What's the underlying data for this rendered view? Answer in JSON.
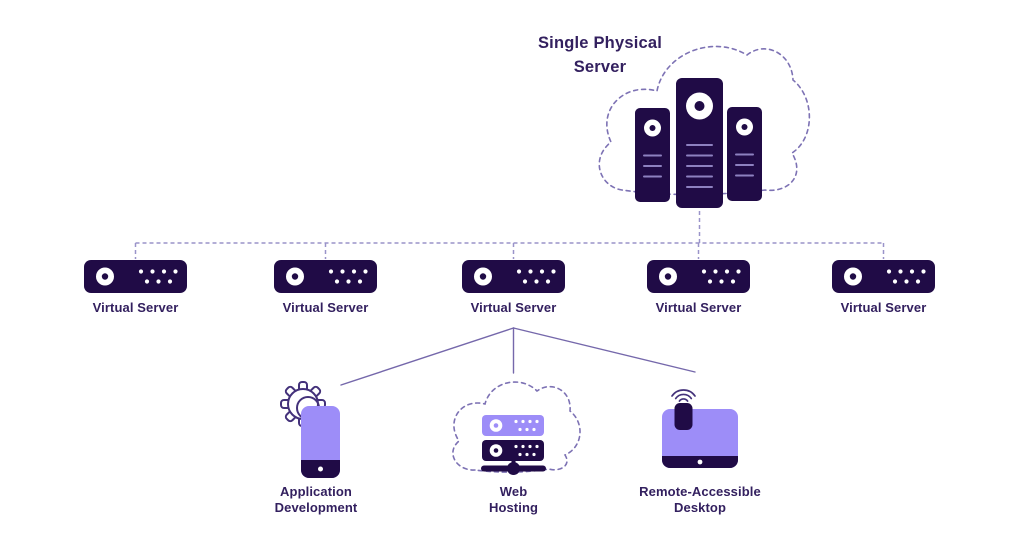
{
  "theme": {
    "background": "#ffffff",
    "dark_navy": "#200b46",
    "light_purple": "#9d8df8",
    "text_purple": "#33205f",
    "connector_dashed": "#9a94c9",
    "connector_solid": "#7568ab",
    "cloud_outline": "#7d72b4",
    "tower_line": "#8d81c0",
    "gear_stroke": "#43317a"
  },
  "diagram": {
    "title": "Single Physical Server",
    "physical_server": {
      "label": "Single Physical Server",
      "icon": "server-towers-in-cloud-icon"
    },
    "virtual_servers": [
      {
        "label": "Virtual Server"
      },
      {
        "label": "Virtual Server"
      },
      {
        "label": "Virtual Server"
      },
      {
        "label": "Virtual Server"
      },
      {
        "label": "Virtual Server"
      }
    ],
    "use_cases": [
      {
        "label": "Application Development",
        "icon": "phone-gear-icon"
      },
      {
        "label": "Web Hosting",
        "icon": "cloud-servers-icon"
      },
      {
        "label": "Remote-Accessible Desktop",
        "icon": "monitor-remote-icon"
      }
    ]
  }
}
